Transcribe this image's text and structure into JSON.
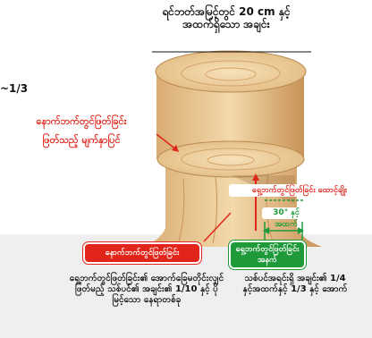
{
  "title": "ရင်ဘတ်အမြင့်တွင် 20 cm နှင့်အထက်ရှိသော အချင်း",
  "fraction_label": "~1/3",
  "back_cut_label": "နောက်ဘက်တွင်ဖြတ်ခြင်း",
  "parallel_cut_label": "ဖြတ်သည့် မျက်နှာပြင်",
  "front_cut_angle_label": "ရှေ့ဘက်တွင်ဖြတ်ခြင်း ထောင့်ချိုး",
  "angle_label": "30° နှင့်အထက်",
  "back_cut_tag": "နောက်ဘက်တွင်ဖြတ်ခြင်း",
  "front_cut_depth_tag": "ရှေ့ဘက်တွင်ဖြတ်ခြင်း အနက်",
  "caption_left": "ရှေ့ဘက်တွင်ဖြတ်ခြင်း၏ အောက်ခြေမတိုင်းလျှင် ဖြတ်မည့် သစ်ပင်၏ အချင်း၏ 1/10 နှင့် ပို မြင့်သော နေရာတစ်ခု",
  "caption_right": "သစ်ပင်အရင်းရှိ အချင်း၏ 1/4 နှင့်အထက်နှင့် 1/3 နှင့် အောက်",
  "colors": {
    "red": "#e1251b",
    "green": "#1e9a3a",
    "wood": "#e8c48e",
    "bark": "#a0713f"
  }
}
